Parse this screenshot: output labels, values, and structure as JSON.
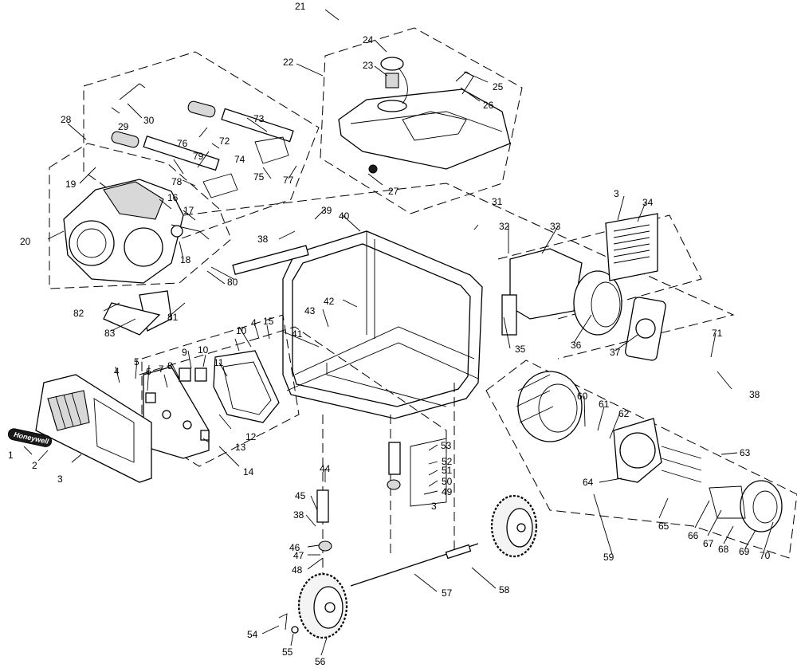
{
  "brand_logo_text": "Honeywell",
  "callouts": [
    {
      "id": "c1",
      "label": "1"
    },
    {
      "id": "c2",
      "label": "2"
    },
    {
      "id": "c3a",
      "label": "3"
    },
    {
      "id": "c3b",
      "label": "3"
    },
    {
      "id": "c3c",
      "label": "3"
    },
    {
      "id": "c4a",
      "label": "4"
    },
    {
      "id": "c4b",
      "label": "4"
    },
    {
      "id": "c5",
      "label": "5"
    },
    {
      "id": "c6",
      "label": "6"
    },
    {
      "id": "c7",
      "label": "7"
    },
    {
      "id": "c8",
      "label": "8"
    },
    {
      "id": "c9",
      "label": "9"
    },
    {
      "id": "c10a",
      "label": "10"
    },
    {
      "id": "c10b",
      "label": "10"
    },
    {
      "id": "c11",
      "label": "11"
    },
    {
      "id": "c12",
      "label": "12"
    },
    {
      "id": "c13",
      "label": "13"
    },
    {
      "id": "c14",
      "label": "14"
    },
    {
      "id": "c15",
      "label": "15"
    },
    {
      "id": "c16",
      "label": "16"
    },
    {
      "id": "c17",
      "label": "17"
    },
    {
      "id": "c18",
      "label": "18"
    },
    {
      "id": "c19",
      "label": "19"
    },
    {
      "id": "c20",
      "label": "20"
    },
    {
      "id": "c21",
      "label": "21"
    },
    {
      "id": "c22",
      "label": "22"
    },
    {
      "id": "c23",
      "label": "23"
    },
    {
      "id": "c24",
      "label": "24"
    },
    {
      "id": "c25",
      "label": "25"
    },
    {
      "id": "c26",
      "label": "26"
    },
    {
      "id": "c27",
      "label": "27"
    },
    {
      "id": "c28",
      "label": "28"
    },
    {
      "id": "c29",
      "label": "29"
    },
    {
      "id": "c30",
      "label": "30"
    },
    {
      "id": "c31",
      "label": "31"
    },
    {
      "id": "c32",
      "label": "32"
    },
    {
      "id": "c33",
      "label": "33"
    },
    {
      "id": "c34",
      "label": "34"
    },
    {
      "id": "c35",
      "label": "35"
    },
    {
      "id": "c36",
      "label": "36"
    },
    {
      "id": "c37",
      "label": "37"
    },
    {
      "id": "c38a",
      "label": "38"
    },
    {
      "id": "c38b",
      "label": "38"
    },
    {
      "id": "c38c",
      "label": "38"
    },
    {
      "id": "c39",
      "label": "39"
    },
    {
      "id": "c40",
      "label": "40"
    },
    {
      "id": "c41",
      "label": "41"
    },
    {
      "id": "c42",
      "label": "42"
    },
    {
      "id": "c43",
      "label": "43"
    },
    {
      "id": "c44",
      "label": "44"
    },
    {
      "id": "c45",
      "label": "45"
    },
    {
      "id": "c46",
      "label": "46"
    },
    {
      "id": "c47",
      "label": "47"
    },
    {
      "id": "c48",
      "label": "48"
    },
    {
      "id": "c49",
      "label": "49"
    },
    {
      "id": "c50",
      "label": "50"
    },
    {
      "id": "c51",
      "label": "51"
    },
    {
      "id": "c52",
      "label": "52"
    },
    {
      "id": "c53",
      "label": "53"
    },
    {
      "id": "c54",
      "label": "54"
    },
    {
      "id": "c55",
      "label": "55"
    },
    {
      "id": "c56",
      "label": "56"
    },
    {
      "id": "c57",
      "label": "57"
    },
    {
      "id": "c58",
      "label": "58"
    },
    {
      "id": "c59",
      "label": "59"
    },
    {
      "id": "c60",
      "label": "60"
    },
    {
      "id": "c61",
      "label": "61"
    },
    {
      "id": "c62",
      "label": "62"
    },
    {
      "id": "c63",
      "label": "63"
    },
    {
      "id": "c64",
      "label": "64"
    },
    {
      "id": "c65",
      "label": "65"
    },
    {
      "id": "c66",
      "label": "66"
    },
    {
      "id": "c67",
      "label": "67"
    },
    {
      "id": "c68",
      "label": "68"
    },
    {
      "id": "c69",
      "label": "69"
    },
    {
      "id": "c70",
      "label": "70"
    },
    {
      "id": "c71",
      "label": "71"
    },
    {
      "id": "c72",
      "label": "72"
    },
    {
      "id": "c73",
      "label": "73"
    },
    {
      "id": "c74",
      "label": "74"
    },
    {
      "id": "c75",
      "label": "75"
    },
    {
      "id": "c76",
      "label": "76"
    },
    {
      "id": "c77",
      "label": "77"
    },
    {
      "id": "c78",
      "label": "78"
    },
    {
      "id": "c79",
      "label": "79"
    },
    {
      "id": "c80",
      "label": "80"
    },
    {
      "id": "c81",
      "label": "81"
    },
    {
      "id": "c82",
      "label": "82"
    },
    {
      "id": "c83",
      "label": "83"
    }
  ]
}
